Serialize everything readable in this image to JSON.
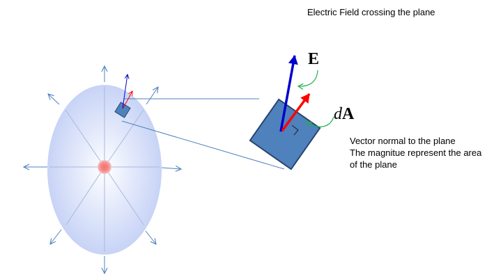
{
  "title": "Electric Field crossing the plane",
  "labels": {
    "field_symbol": "E",
    "area_symbol_d": "d",
    "area_symbol_a": "A"
  },
  "description": [
    "Vector normal to the plane",
    "The magnitue represent the area",
    "of the plane"
  ],
  "colors": {
    "field_vector": "#0000cc",
    "area_vector": "#ff0000",
    "plane_fill": "#4f81bd",
    "plane_stroke": "#27456f",
    "field_lines": "#4f81bd",
    "sphere_fill": "#c6d3f7",
    "charge": "#f07d7d",
    "callout": "#21b04a"
  }
}
